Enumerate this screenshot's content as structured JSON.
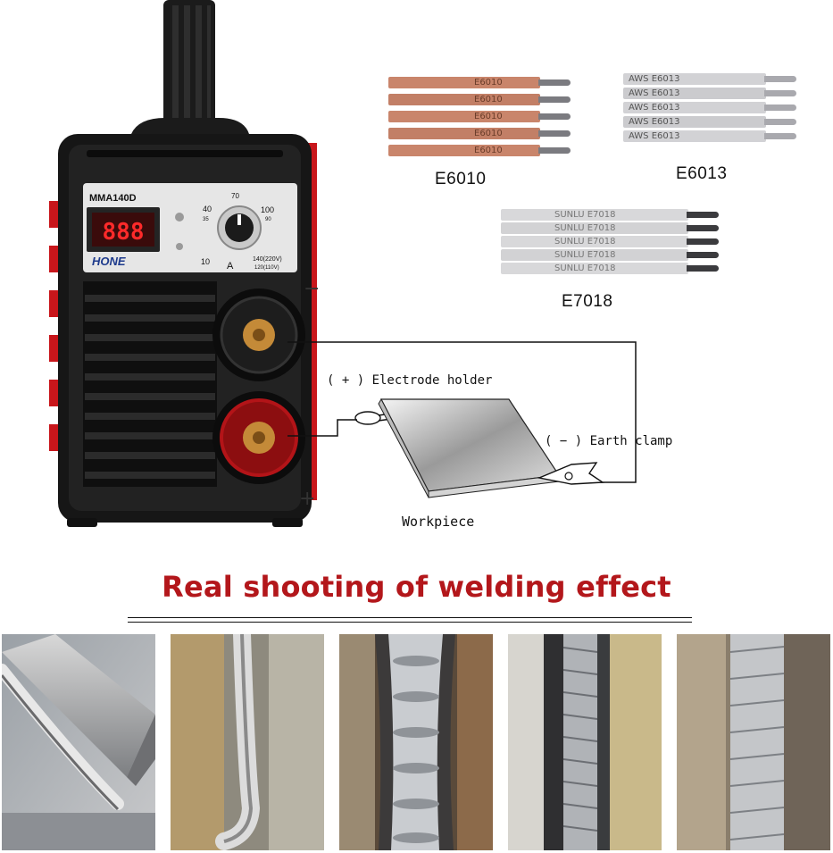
{
  "welder": {
    "model": "MMA140D",
    "display": "888",
    "brand": "HONE",
    "dial_scale": [
      "40",
      "70",
      "100",
      "35",
      "90",
      "10"
    ],
    "dial_unit": "A",
    "rating_line1": "140(220V)",
    "rating_line2": "120(110V)",
    "negative_symbol": "−",
    "positive_symbol": "+"
  },
  "electrodes": [
    {
      "label": "E6010",
      "print": "E6010",
      "color": "#c9856b"
    },
    {
      "label": "E6013",
      "print": "AWS E6013",
      "color": "#cfcfd2"
    },
    {
      "label": "E7018",
      "print": "SUNLU E7018",
      "color": "#d6d6d8"
    }
  ],
  "diagram": {
    "electrode_holder": "( + ) Electrode holder",
    "earth_clamp": "( − ) Earth clamp",
    "workpiece": "Workpiece"
  },
  "heading": "Real shooting of welding effect",
  "photos": [
    "weld-photo-1",
    "weld-photo-2",
    "weld-photo-3",
    "weld-photo-4",
    "weld-photo-5"
  ]
}
